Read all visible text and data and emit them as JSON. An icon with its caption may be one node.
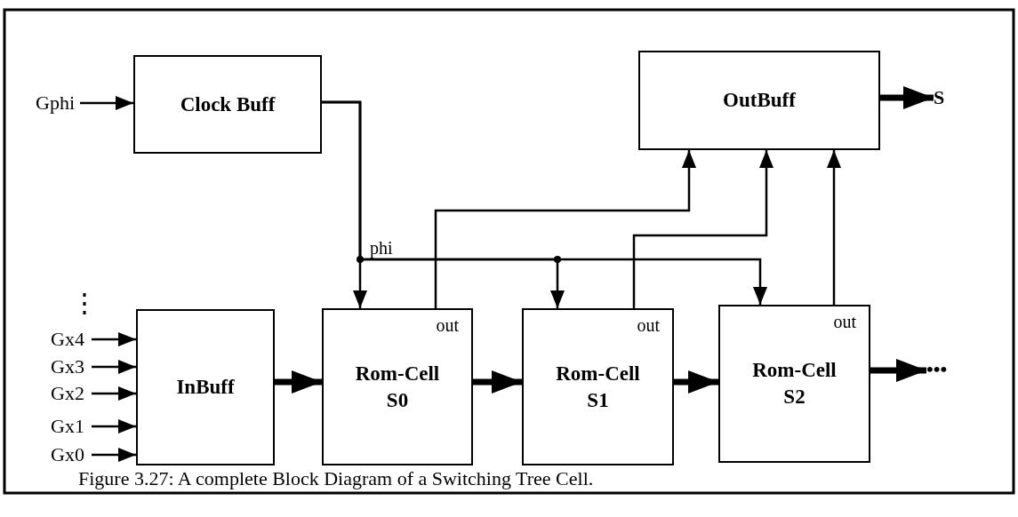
{
  "diagram": {
    "caption": "Figure 3.27:  A complete Block Diagram of a Switching Tree Cell.",
    "nodes": [
      {
        "text": [
          "Clock Buff"
        ]
      },
      {
        "text": [
          "OutBuff"
        ]
      },
      {
        "text": [
          "InBuff"
        ]
      },
      {
        "text": [
          "out",
          "Rom-Cell S0"
        ]
      },
      {
        "text": [
          "out",
          "Rom-Cell S1"
        ]
      },
      {
        "text": [
          "out",
          "Rom-Cell S2"
        ]
      },
      {
        "text": [
          "Gphi"
        ]
      },
      {
        "text": [
          "S"
        ]
      },
      {
        "text": [
          "Gx4"
        ]
      },
      {
        "text": [
          "Gx3"
        ]
      },
      {
        "text": [
          "Gx2"
        ]
      },
      {
        "text": [
          "Gx1"
        ]
      },
      {
        "text": [
          "Gx0"
        ]
      },
      {
        "text": [
          "•••"
        ]
      }
    ],
    "edges": [
      {
        "from": 6,
        "to": 0,
        "arrow": "to"
      },
      {
        "from": 0,
        "to": 3,
        "arrow": "to"
      },
      {
        "from": 0,
        "to": 4,
        "arrow": "to"
      },
      {
        "from": 0,
        "to": 5,
        "arrow": "to"
      },
      {
        "from": 3,
        "to": 1,
        "arrow": "to"
      },
      {
        "from": 4,
        "to": 1,
        "arrow": "to"
      },
      {
        "from": 5,
        "to": 1,
        "arrow": "to"
      },
      {
        "from": 1,
        "to": 7,
        "arrow": "to",
        "style": "thick"
      },
      {
        "from": 8,
        "to": 2,
        "arrow": "to"
      },
      {
        "from": 9,
        "to": 2,
        "arrow": "to"
      },
      {
        "from": 10,
        "to": 2,
        "arrow": "to"
      },
      {
        "from": 11,
        "to": 2,
        "arrow": "to"
      },
      {
        "from": 12,
        "to": 2,
        "arrow": "to"
      },
      {
        "from": 2,
        "to": 3,
        "arrow": "to",
        "style": "thick"
      },
      {
        "from": 3,
        "to": 4,
        "arrow": "to",
        "style": "thick"
      },
      {
        "from": 4,
        "to": 5,
        "arrow": "to",
        "style": "thick"
      },
      {
        "from": 5,
        "to": 13,
        "arrow": "to",
        "style": "thick"
      }
    ],
    "labels": [
      "⋮",
      "phi"
    ]
  }
}
